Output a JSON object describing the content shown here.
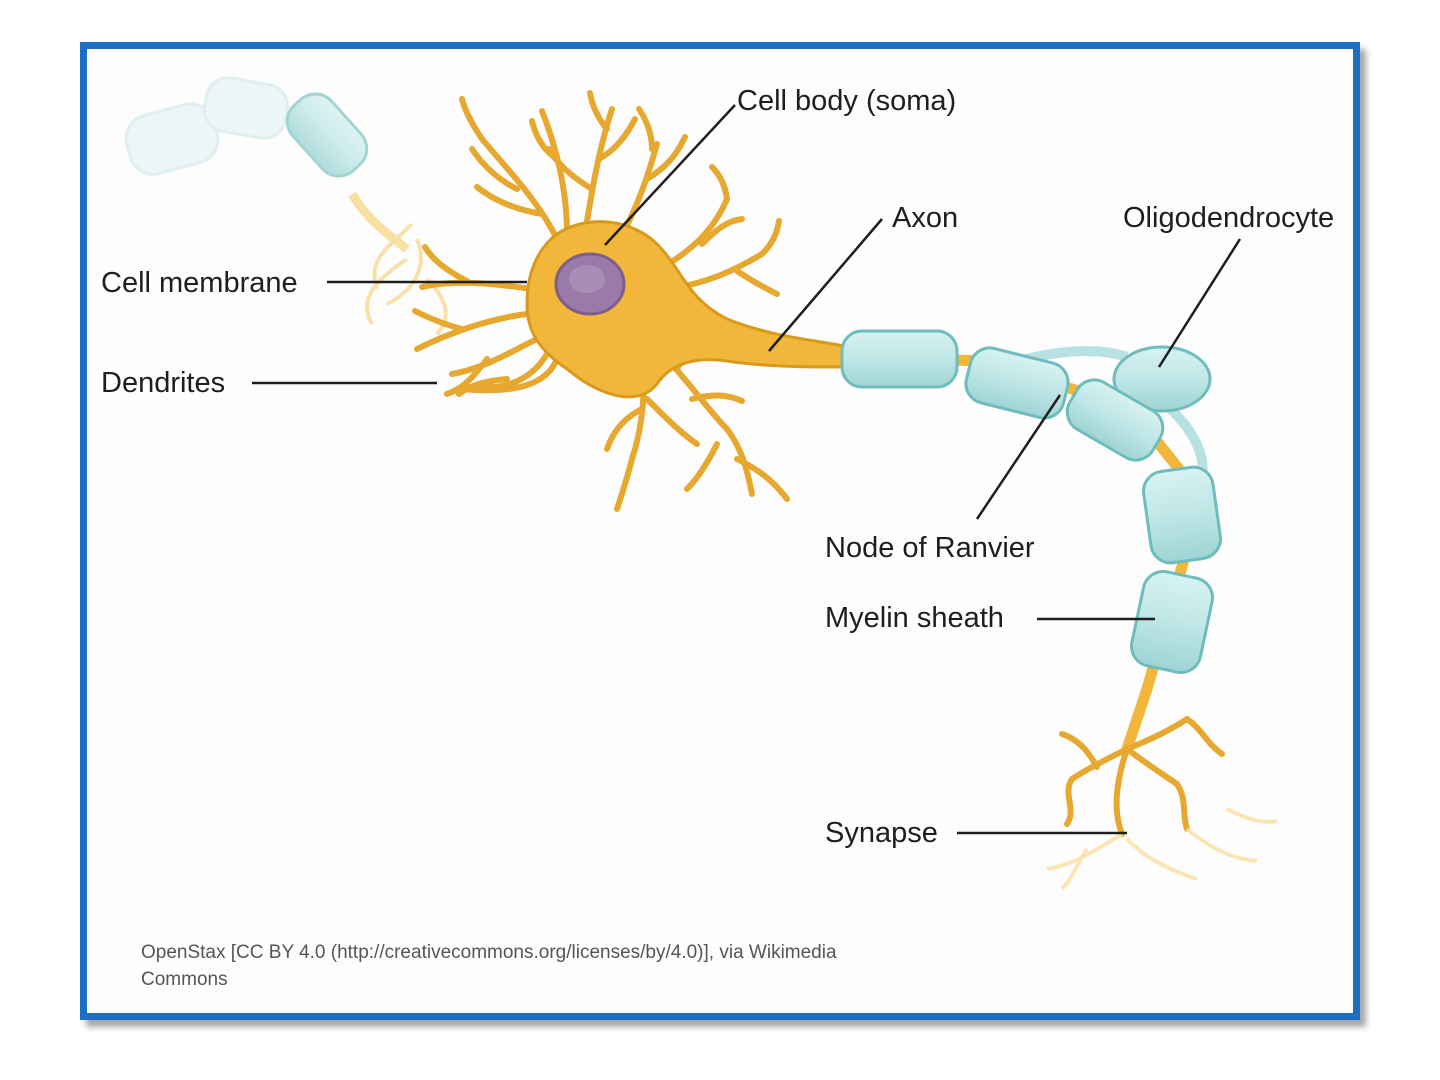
{
  "labels": {
    "cell_body": "Cell body (soma)",
    "axon": "Axon",
    "oligodendrocyte": "Oligodendrocyte",
    "cell_membrane": "Cell membrane",
    "dendrites": "Dendrites",
    "node_of_ranvier": "Node of Ranvier",
    "myelin_sheath": "Myelin sheath",
    "synapse": "Synapse"
  },
  "credit": {
    "line1": "OpenStax [CC BY 4.0 (http://creativecommons.org/licenses/by/4.0)], via Wikimedia",
    "line2": "Commons"
  },
  "colors": {
    "frame_border": "#1d6fc4",
    "neuron": "#f2b63a",
    "neuron_outline": "#c98a12",
    "nucleus": "#9a7aa8",
    "myelin": "#bfe6e6",
    "myelin_outline": "#6fbcbc"
  }
}
